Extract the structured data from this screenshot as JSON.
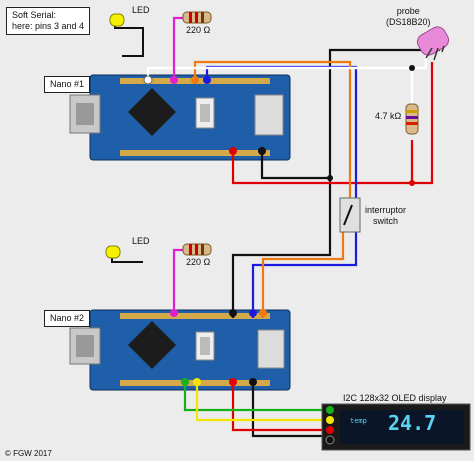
{
  "labels": {
    "soft_serial_line1": "Soft Serial:",
    "soft_serial_line2": "here: pins 3 and 4",
    "nano1": "Nano #1",
    "nano2": "Nano #2",
    "led1": "LED",
    "led2": "LED",
    "res1": "220 Ω",
    "res2": "220 Ω",
    "res3": "4.7 kΩ",
    "probe_line1": "probe",
    "probe_line2": "(DS18B20)",
    "switch_line1": "interruptor",
    "switch_line2": "switch",
    "oled": "I2C 128x32 OLED display",
    "oled_value": "24.7",
    "oled_small": "temp",
    "copyright": "© FGW 2017"
  },
  "colors": {
    "wire_black": "#111111",
    "wire_red": "#e00000",
    "wire_blue": "#1a1ae0",
    "wire_orange": "#f07a10",
    "wire_magenta": "#e020d0",
    "wire_white": "#ffffff",
    "wire_yellow": "#f2e600",
    "wire_green": "#18b018",
    "board_blue": "#1f5ea8",
    "led_yellow": "#f5f000",
    "probe_pink": "#e88ad8",
    "oled_text": "#5ad2f0"
  },
  "icons": [
    "usb-connector-icon",
    "chip-icon",
    "resistor-icon",
    "led-icon",
    "switch-icon",
    "probe-icon"
  ]
}
